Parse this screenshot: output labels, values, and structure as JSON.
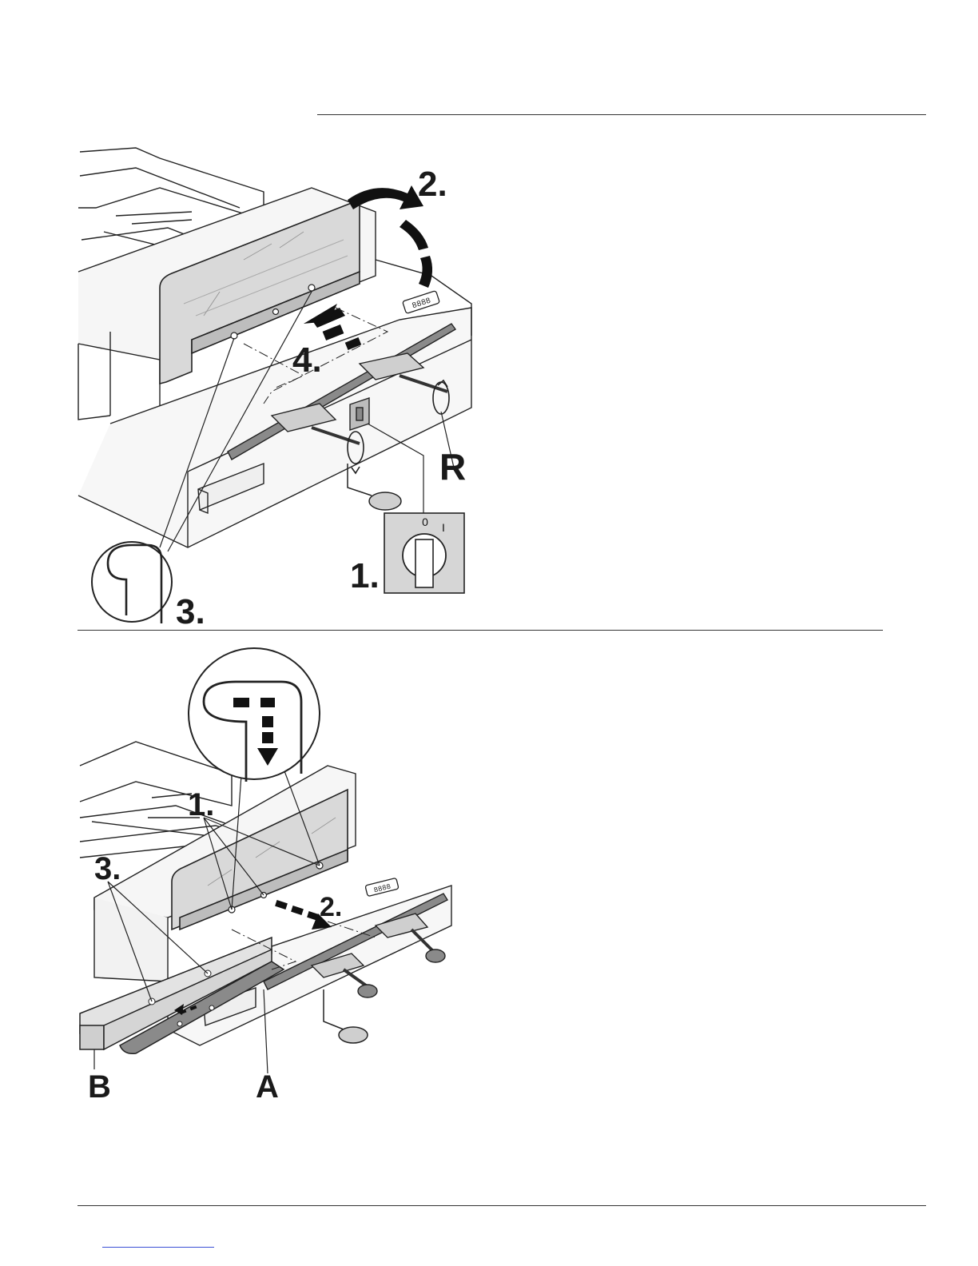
{
  "figure_top": {
    "labels": {
      "step_switch": "1.",
      "step_cover": "2.",
      "step_screws": "3.",
      "step_slide": "4.",
      "knob": "R",
      "switch_off": "0",
      "switch_on": "I"
    },
    "display_readout": "8888"
  },
  "figure_bottom": {
    "labels": {
      "step_screws": "1.",
      "step_slide": "2.",
      "step_holes": "3.",
      "part_a": "A",
      "part_b": "B"
    },
    "display_readout": "8888"
  },
  "colors": {
    "line": "#222222",
    "panel": "#f2f2f2",
    "glass": "#d9d9d9",
    "dark": "#111111",
    "link": "#3a4fd6"
  }
}
